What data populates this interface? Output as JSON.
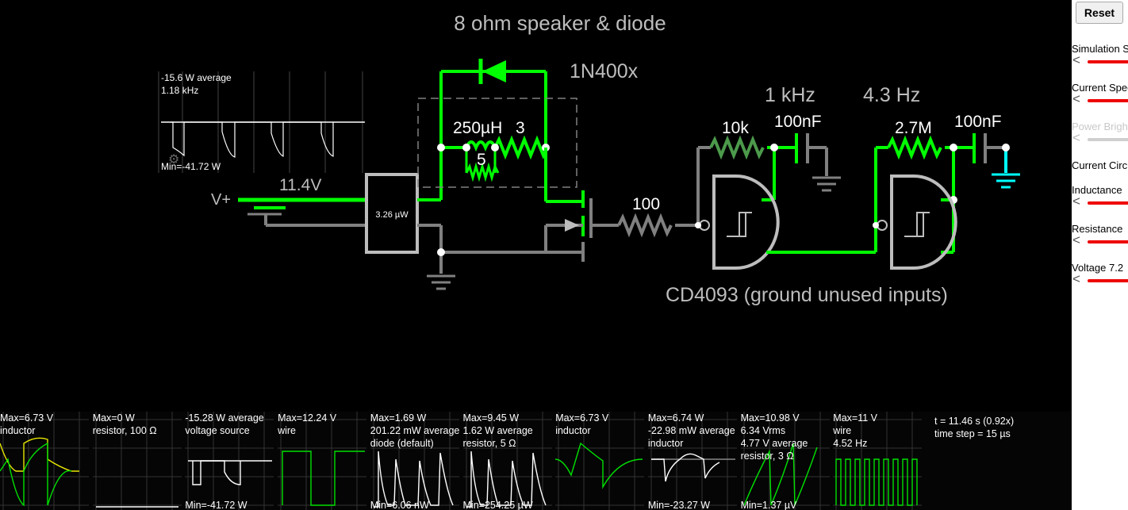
{
  "window": {
    "title": "8 ohm speaker & diode"
  },
  "circuit": {
    "labels": {
      "title": "8 ohm speaker & diode",
      "diode": "1N400x",
      "inductor": "250µH",
      "speaker_res": "3",
      "res5": "5",
      "r10k": "10k",
      "c1": "100nF",
      "freq1": "1 kHz",
      "freq2": "4.3 Hz",
      "r27m": "2.7M",
      "c2": "100nF",
      "r100": "100",
      "vplus": "V+",
      "supply": "11.4V",
      "meter": "3.26 µW",
      "chip": "CD4093  (ground unused inputs)"
    },
    "scope": {
      "line1": "-15.6 W average",
      "line2": "1.18 kHz",
      "min": "Min=-41.72 W"
    }
  },
  "scopes": [
    {
      "lines": [
        "Max=6.73 V",
        "inductor"
      ],
      "min": "",
      "wave": "ind_yellow"
    },
    {
      "lines": [
        "Max=0 W",
        "resistor, 100 Ω"
      ],
      "min": "",
      "wave": "flat"
    },
    {
      "lines": [
        "-15.28 W average",
        "voltage source"
      ],
      "min": "Min=-41.72 W",
      "wave": "power_neg"
    },
    {
      "lines": [
        "Max=12.24 V",
        "wire"
      ],
      "min": "",
      "wave": "square_wide"
    },
    {
      "lines": [
        "Max=1.69 W",
        "201.22 mW average",
        "diode (default)"
      ],
      "min": "Min=6.06 nW",
      "wave": "decay_white"
    },
    {
      "lines": [
        "Max=9.45 W",
        "1.62 W average",
        "resistor, 5 Ω"
      ],
      "min": "Min=254.25 µW",
      "wave": "decay_white"
    },
    {
      "lines": [
        "Max=6.73 V",
        "inductor"
      ],
      "min": "",
      "wave": "ind_green"
    },
    {
      "lines": [
        "Max=6.74 W",
        "-22.98 mW average",
        "inductor"
      ],
      "min": "Min=-23.27 W",
      "wave": "ind_power"
    },
    {
      "lines": [
        "Max=10.98 V",
        "6.34 Vrms",
        "4.77 V average",
        "resistor, 3 Ω"
      ],
      "min": "Min=1.37 µV",
      "wave": "rise_green"
    },
    {
      "lines": [
        "Max=11 V",
        "wire",
        "4.52 Hz"
      ],
      "min": "",
      "wave": "square_fast"
    }
  ],
  "status": {
    "time": "t = 11.46 s (0.92x)",
    "step": "time step = 15 µs"
  },
  "panel": {
    "reset": "Reset",
    "sim_speed": "Simulation Speed",
    "current_speed": "Current Speed",
    "power_brightness": "Power Brightness",
    "current_circuit": "Current Circuit:",
    "inductance": "Inductance",
    "resistance": "Resistance",
    "voltage": "Voltage 7.2"
  },
  "colors": {
    "wire_active": "#00ff00",
    "wire_idle": "#808080",
    "ground_current": "#00ffff",
    "slider": "#ee0000"
  }
}
